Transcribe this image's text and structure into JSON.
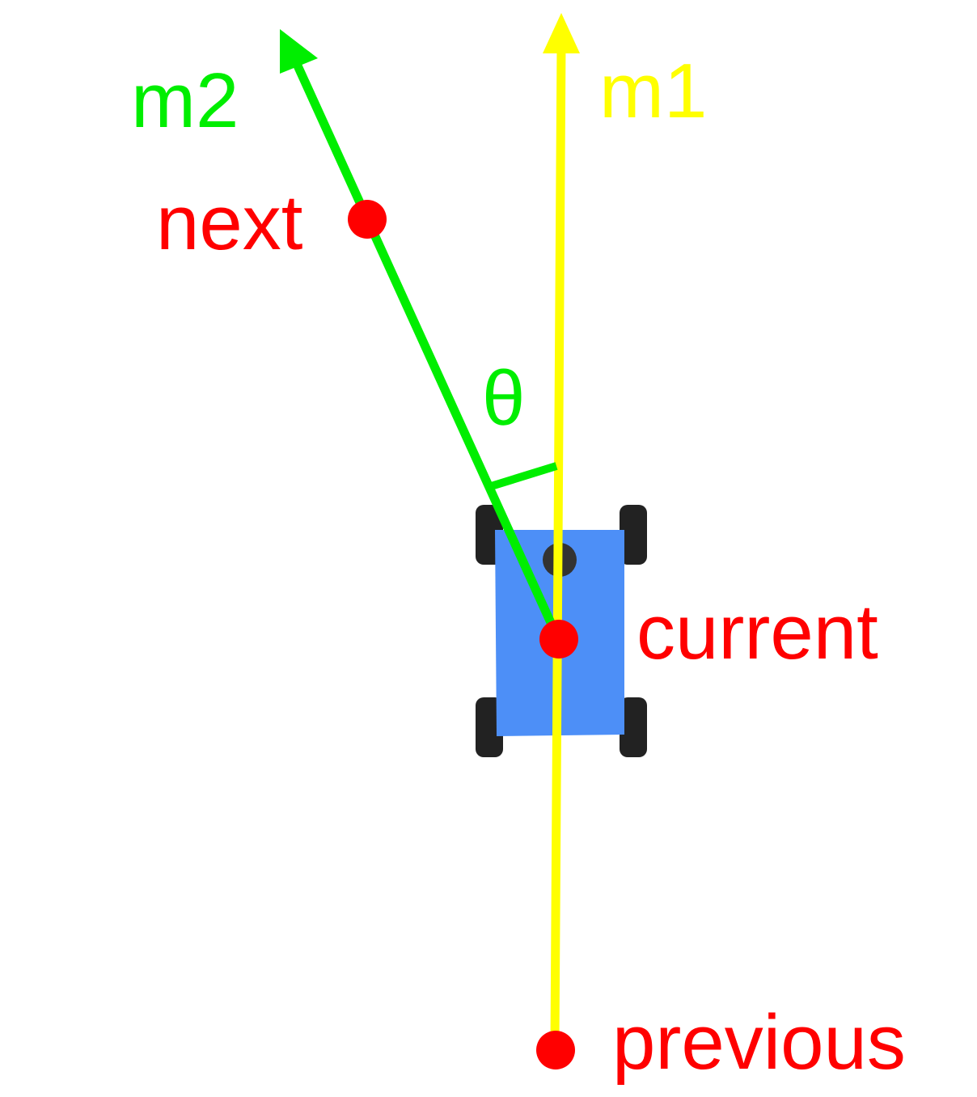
{
  "labels": {
    "m1": "m1",
    "m2": "m2",
    "theta": "θ",
    "next": "next",
    "current": "current",
    "previous": "previous"
  },
  "colors": {
    "background": "#ffffff",
    "m1_vector": "#ffff00",
    "m2_vector": "#00ee00",
    "waypoint": "#ff0000",
    "robot_body": "#4d8ff7",
    "wheel": "#222222"
  },
  "icons": {
    "robot": "robot-car-icon"
  }
}
